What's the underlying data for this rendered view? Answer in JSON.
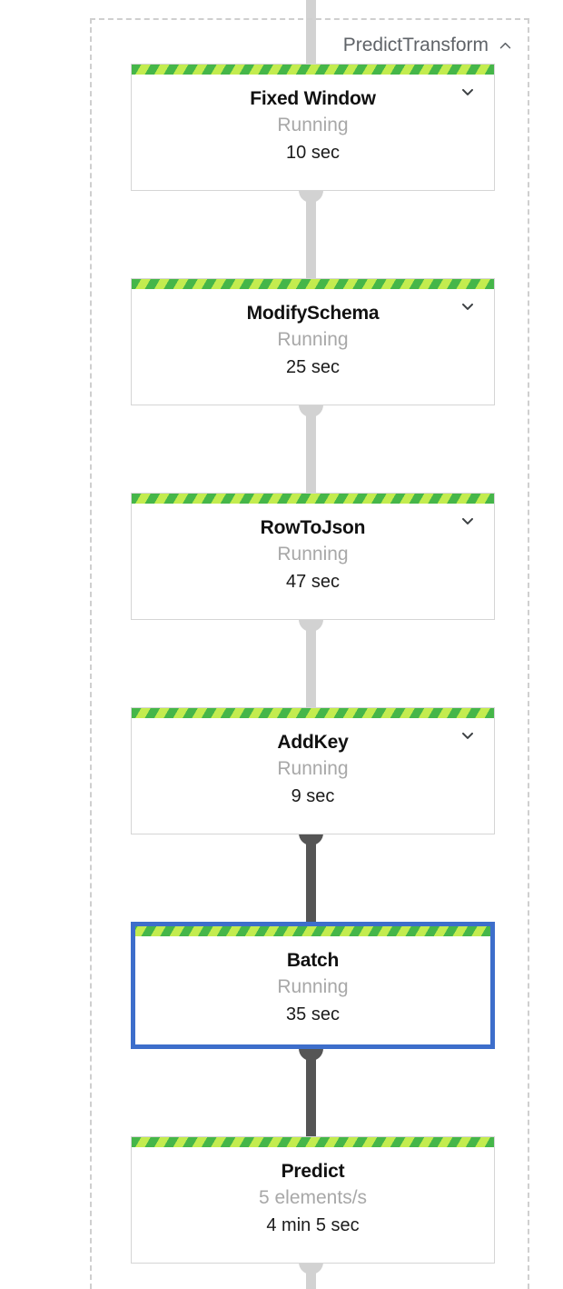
{
  "group": {
    "title": "PredictTransform",
    "collapse_icon": "chevron-up-icon",
    "expanded": true
  },
  "nodes": [
    {
      "id": "fixed-window",
      "title": "Fixed Window",
      "status": "Running",
      "time": "10 sec",
      "expand_icon": "chevron-down-icon",
      "has_expand": true,
      "selected": false,
      "stripe_colors": [
        "#45b649",
        "#c3ec4f"
      ]
    },
    {
      "id": "modify-schema",
      "title": "ModifySchema",
      "status": "Running",
      "time": "25 sec",
      "expand_icon": "chevron-down-icon",
      "has_expand": true,
      "selected": false,
      "stripe_colors": [
        "#45b649",
        "#c3ec4f"
      ]
    },
    {
      "id": "row-to-json",
      "title": "RowToJson",
      "status": "Running",
      "time": "47 sec",
      "expand_icon": "chevron-down-icon",
      "has_expand": true,
      "selected": false,
      "stripe_colors": [
        "#45b649",
        "#c3ec4f"
      ]
    },
    {
      "id": "add-key",
      "title": "AddKey",
      "status": "Running",
      "time": "9 sec",
      "expand_icon": "chevron-down-icon",
      "has_expand": true,
      "selected": false,
      "stripe_colors": [
        "#45b649",
        "#c3ec4f"
      ]
    },
    {
      "id": "batch",
      "title": "Batch",
      "status": "Running",
      "time": "35 sec",
      "expand_icon": null,
      "has_expand": false,
      "selected": true,
      "stripe_colors": [
        "#45b649",
        "#c3ec4f"
      ]
    },
    {
      "id": "predict",
      "title": "Predict",
      "status": "5 elements/s",
      "time": "4 min 5 sec",
      "expand_icon": null,
      "has_expand": false,
      "selected": false,
      "stripe_colors": [
        "#45b649",
        "#c3ec4f"
      ]
    }
  ],
  "colors": {
    "selection": "#3d6ecb",
    "edge_idle": "#d2d2d2",
    "edge_active": "#555555",
    "group_border": "#cfcfcf",
    "status_text": "#a8a8a8",
    "title_text": "#111111"
  }
}
